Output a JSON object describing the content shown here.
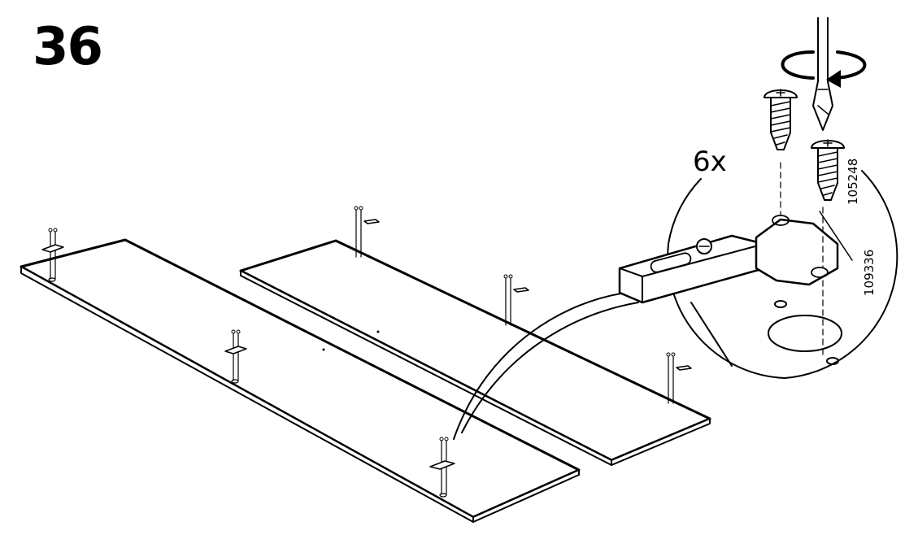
{
  "step": {
    "number": "36"
  },
  "hardware": {
    "quantity": "6x",
    "part_numbers": [
      "105248",
      "109336"
    ],
    "screw_icon": "screw-icon",
    "screwdriver_icon": "screwdriver-icon",
    "rotate_icon": "rotate-arrow-icon",
    "hinge_icon": "hinge-icon"
  },
  "colors": {
    "ink": "#000000",
    "paper": "#ffffff"
  }
}
